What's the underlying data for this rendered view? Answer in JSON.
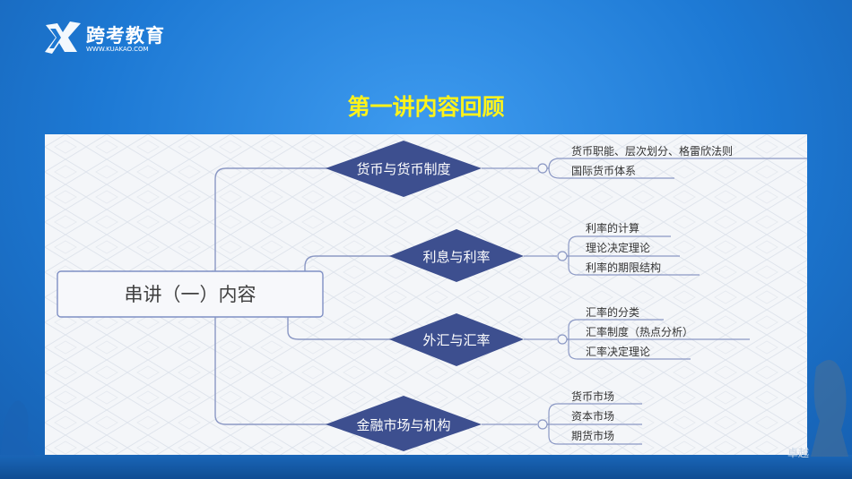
{
  "brand": {
    "name": "跨考教育",
    "url": "WWW.KUAKAO.COM"
  },
  "slide_title": "第一讲内容回顾",
  "mindmap": {
    "root": "串讲（一）内容",
    "branches": [
      {
        "label": "货币与货币制度",
        "leaves": [
          "货币职能、层次划分、格雷欣法则",
          "国际货币体系"
        ]
      },
      {
        "label": "利息与利率",
        "leaves": [
          "利率的计算",
          "理论决定理论",
          "利率的期限结构"
        ]
      },
      {
        "label": "外汇与汇率",
        "leaves": [
          "汇率的分类",
          "汇率制度（热点分析）",
          "汇率决定理论"
        ]
      },
      {
        "label": "金融市场与机构",
        "leaves": [
          "货币市场",
          "资本市场",
          "期货市场"
        ]
      }
    ]
  },
  "corner_text": "卓越",
  "colors": {
    "background": "#1e78d2",
    "title": "#fff31a",
    "diamond": "#3d4f8f",
    "connector": "#8b98c4",
    "root_border": "#7f8fc4"
  }
}
